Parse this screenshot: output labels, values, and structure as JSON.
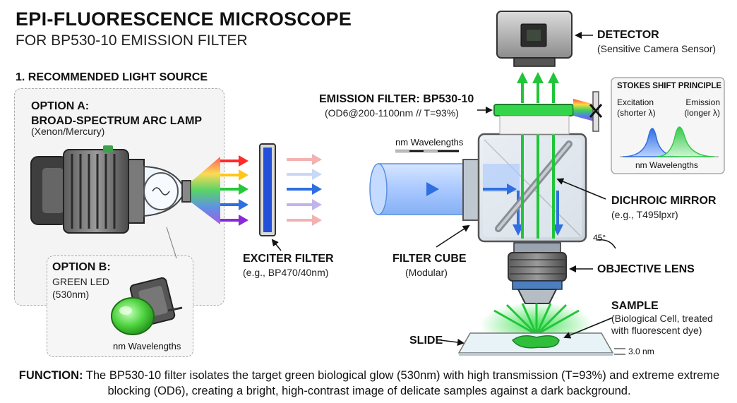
{
  "header": {
    "title": "EPI-FLUORESCENCE MICROSCOPE",
    "subtitle": "FOR BP530-10 EMISSION FILTER"
  },
  "light_source": {
    "heading": "1. RECOMMENDED LIGHT SOURCE",
    "option_a": {
      "title_line1": "OPTION A:",
      "title_line2": "BROAD-SPECTRUM ARC LAMP",
      "detail": "(Xenon/Mercury)"
    },
    "option_b": {
      "title": "OPTION B:",
      "line1": "GREEN LED",
      "line2": "(530nm)",
      "caption": "nm Wavelengths"
    }
  },
  "exciter": {
    "title": "EXCITER FILTER",
    "detail": "(e.g., BP470/40nm)"
  },
  "beam_caption": "nm Wavelengths",
  "filter_cube": {
    "title": "FILTER CUBE",
    "detail": "(Modular)"
  },
  "emission_filter": {
    "title": "EMISSION FILTER: BP530-10",
    "detail": "(OD6@200-1100nm // T=93%)"
  },
  "detector": {
    "title": "DETECTOR",
    "detail": "(Sensitive Camera Sensor)"
  },
  "stokes": {
    "title": "STOKES SHIFT PRINCIPLE",
    "excitation": "Excitation",
    "excitation_sub": "(shorter λ)",
    "emission": "Emission",
    "emission_sub": "(longer λ)",
    "axis": "nm Wavelengths"
  },
  "dichroic": {
    "title": "DICHROIC MIRROR",
    "detail": "(e.g., T495lpxr)",
    "angle": "45°"
  },
  "objective": {
    "title": "OBJECTIVE LENS"
  },
  "sample": {
    "title": "SAMPLE",
    "line1": "(Biological Cell, treated",
    "line2": "with fluorescent dye)"
  },
  "slide": {
    "title": "SLIDE",
    "thickness": "3.0 nm"
  },
  "footer": {
    "label": "FUNCTION:",
    "text": " The BP530-10 filter isolates the target green biological glow (530nm) with high transmission (T=93%) and extreme extreme blocking (OD6), creating a bright, high-contrast image of delicate samples against a dark background."
  },
  "colors": {
    "blue": "#2f6fe0",
    "green": "#22c53a",
    "filter_blue": "#2350d8",
    "filter_green": "#35d44a"
  }
}
